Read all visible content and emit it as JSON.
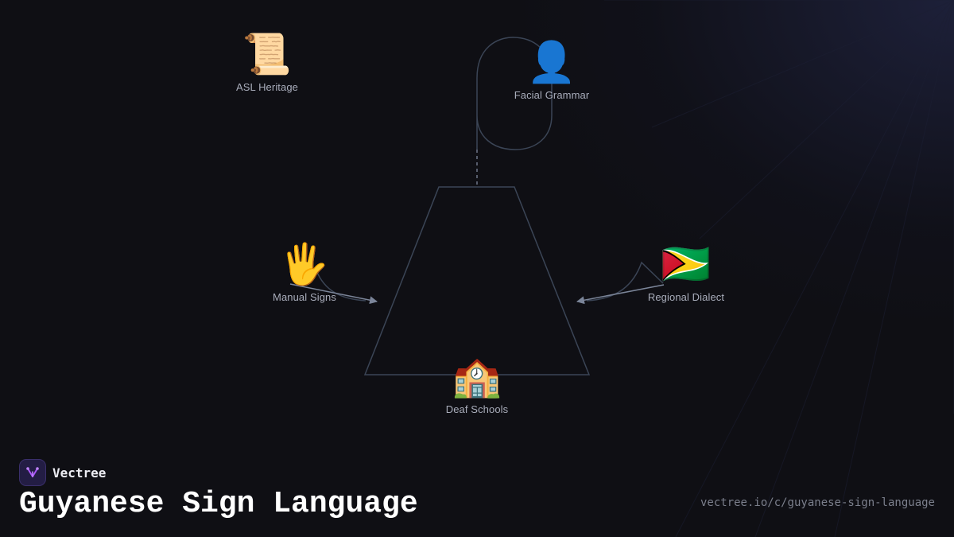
{
  "brand": {
    "name": "Vectree",
    "logo_icon": "vectree-fork-icon",
    "accent": "#a855f7"
  },
  "title": "Guyanese Sign Language",
  "url": "vectree.io/c/guyanese-sign-language",
  "colors": {
    "background": "#0f0f14",
    "edge": "#3b4556",
    "arrow": "#7b8599",
    "label": "#a9adbb"
  },
  "nodes": [
    {
      "id": "asl-heritage",
      "label": "ASL Heritage",
      "icon": "📜",
      "icon_name": "scroll-icon"
    },
    {
      "id": "facial-grammar",
      "label": "Facial Grammar",
      "icon": "👤",
      "icon_name": "person-silhouette-icon"
    },
    {
      "id": "manual-signs",
      "label": "Manual Signs",
      "icon": "🖐",
      "icon_name": "raised-hand-icon"
    },
    {
      "id": "regional-dialect",
      "label": "Regional Dialect",
      "icon": "🇬🇾",
      "icon_name": "guyana-flag-icon"
    },
    {
      "id": "deaf-schools",
      "label": "Deaf Schools",
      "icon": "🏫",
      "icon_name": "school-icon"
    }
  ]
}
